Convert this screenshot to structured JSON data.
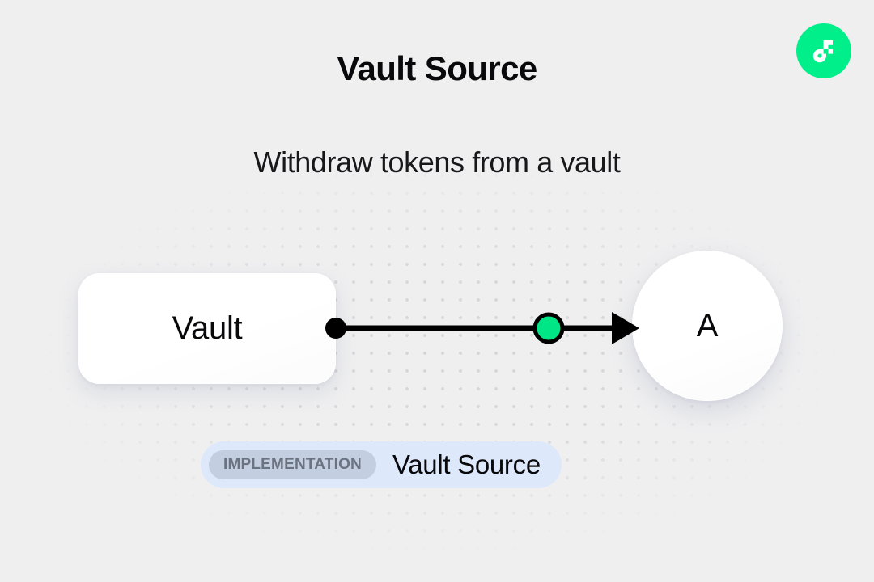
{
  "header": {
    "title": "Vault Source",
    "subtitle": "Withdraw tokens from a vault",
    "logo_icon": "flow-logo-icon",
    "logo_color": "#00ef8b"
  },
  "diagram": {
    "background_color": "#efeff0",
    "grid_dot_color": "#d7d7da",
    "nodes": [
      {
        "id": "vault",
        "shape": "rounded-rect",
        "label": "Vault",
        "fill": "#ffffff"
      },
      {
        "id": "account",
        "shape": "circle",
        "label": "A",
        "fill": "#ffffff"
      }
    ],
    "edge": {
      "from": "vault",
      "to": "account",
      "source_handle_color": "#000000",
      "midpoint_handle_color": "#00e585",
      "midpoint_handle_border": "#000000",
      "line_color": "#000000",
      "arrowhead": "triangle-right"
    }
  },
  "badge": {
    "tag_label": "IMPLEMENTATION",
    "name": "Vault Source",
    "background_color": "#dde8fb",
    "tag_background_color": "#c3cfe1",
    "tag_text_color": "#6b7280"
  }
}
